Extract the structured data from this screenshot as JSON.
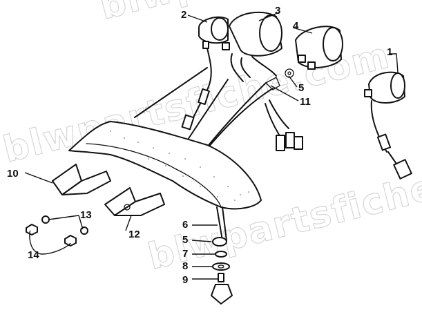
{
  "watermark": "blwpartsfiche.com",
  "callouts": [
    {
      "id": "c1",
      "text": "1"
    },
    {
      "id": "c2",
      "text": "2"
    },
    {
      "id": "c3",
      "text": "3"
    },
    {
      "id": "c4",
      "text": "4"
    },
    {
      "id": "c5a",
      "text": "5"
    },
    {
      "id": "c11",
      "text": "11"
    },
    {
      "id": "c10",
      "text": "10"
    },
    {
      "id": "c13",
      "text": "13"
    },
    {
      "id": "c12",
      "text": "12"
    },
    {
      "id": "c14",
      "text": "14"
    },
    {
      "id": "c6",
      "text": "6"
    },
    {
      "id": "c5b",
      "text": "5"
    },
    {
      "id": "c7",
      "text": "7"
    },
    {
      "id": "c8",
      "text": "8"
    },
    {
      "id": "c9",
      "text": "9"
    }
  ]
}
